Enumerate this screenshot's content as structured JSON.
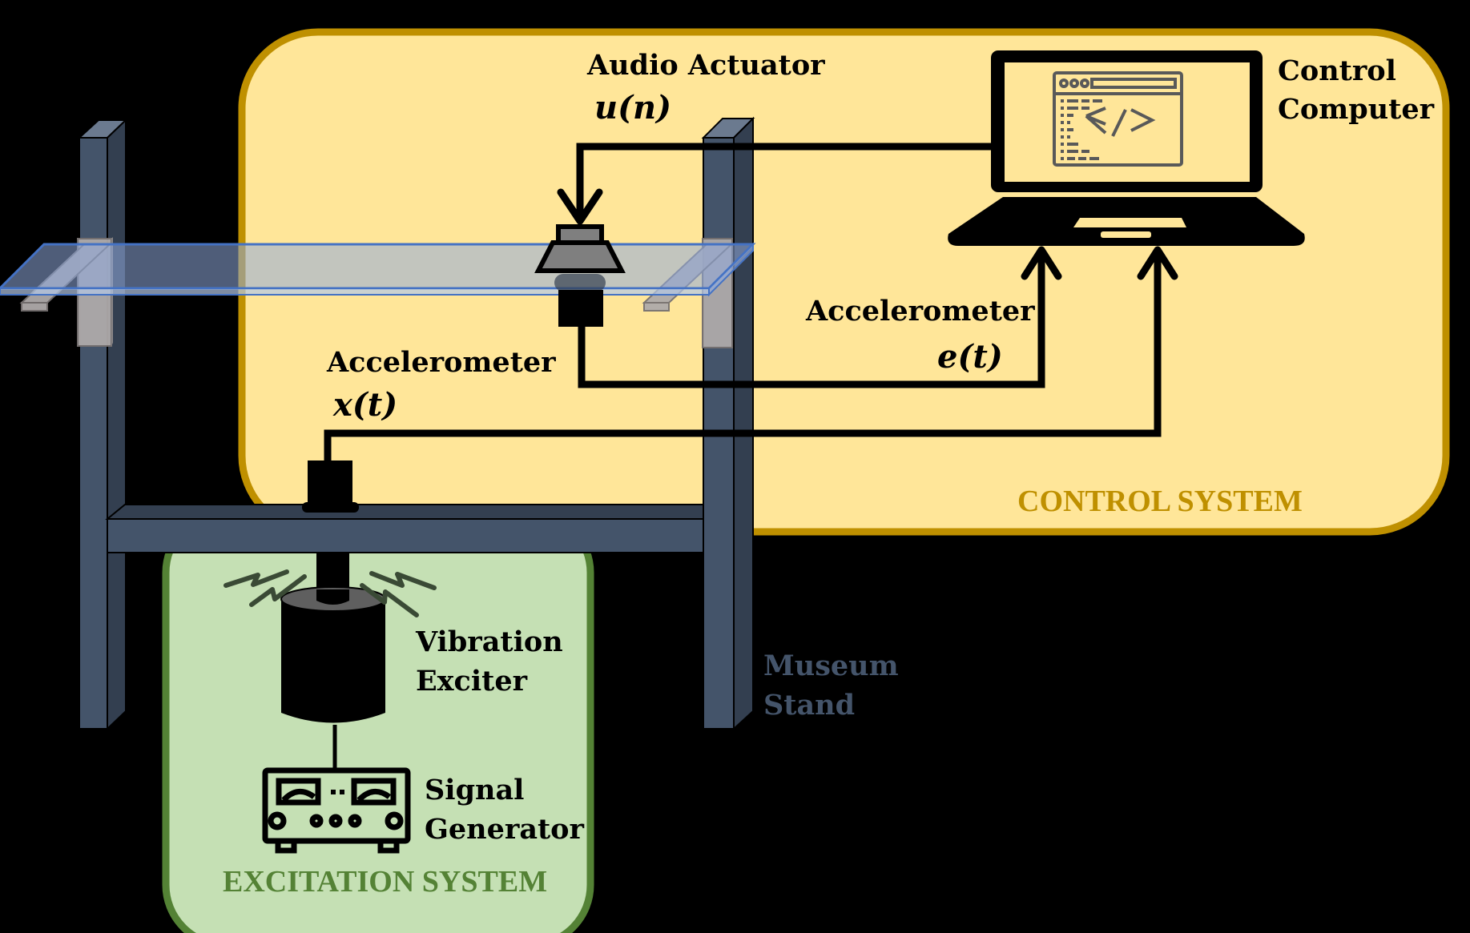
{
  "title": "Active vibration control setup for museum display case",
  "colors": {
    "background": "#000000",
    "control_fill": "#FFE699",
    "control_border": "#BF9000",
    "excitation_fill": "#C5E0B4",
    "excitation_border": "#548235",
    "stand_front": "#44546A",
    "stand_side": "#333F50",
    "stand_top": "#6B7A8F",
    "glass": "#4472C4",
    "clamp": "#AEAAAA",
    "icon_gray": "#595959"
  },
  "systems": {
    "control": {
      "label": "CONTROL SYSTEM"
    },
    "excitation": {
      "label": "EXCITATION SYSTEM"
    }
  },
  "components": {
    "audio_actuator": {
      "label": "Audio Actuator",
      "signal": "u(n)"
    },
    "control_computer": {
      "label_line1": "Control",
      "label_line2": "Computer",
      "icon": "code-window-icon"
    },
    "error_accelerometer": {
      "label": "Accelerometer",
      "signal": "e(t)"
    },
    "reference_accelerometer": {
      "label": "Accelerometer",
      "signal": "x(t)"
    },
    "vibration_exciter": {
      "label_line1": "Vibration",
      "label_line2": "Exciter"
    },
    "signal_generator": {
      "label_line1": "Signal",
      "label_line2": "Generator"
    },
    "museum_stand": {
      "label_line1": "Museum",
      "label_line2": "Stand"
    }
  },
  "connections": [
    {
      "from": "control_computer",
      "to": "audio_actuator",
      "signal": "u(n)"
    },
    {
      "from": "error_accelerometer",
      "to": "control_computer",
      "signal": "e(t)"
    },
    {
      "from": "reference_accelerometer",
      "to": "control_computer",
      "signal": "x(t)"
    },
    {
      "from": "signal_generator",
      "to": "vibration_exciter",
      "signal": ""
    }
  ]
}
